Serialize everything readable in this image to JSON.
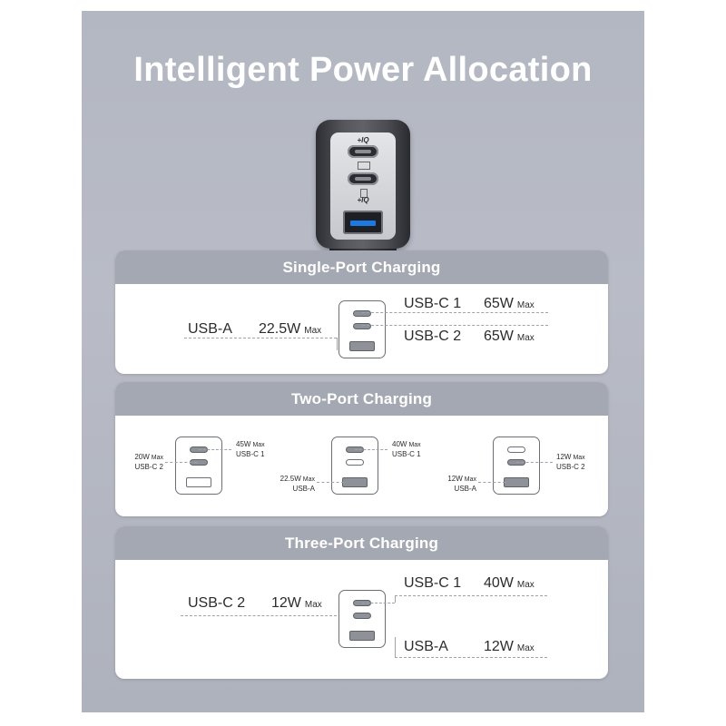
{
  "title": "Intelligent Power Allocation",
  "charger_icon": "iq-logo",
  "charger_iq_label": "IQ",
  "sections": {
    "single": {
      "heading": "Single-Port Charging",
      "usbc1": {
        "port": "USB-C 1",
        "watt": "65W",
        "max": "Max"
      },
      "usbc2": {
        "port": "USB-C 2",
        "watt": "65W",
        "max": "Max"
      },
      "usba": {
        "port": "USB-A",
        "watt": "22.5W",
        "max": "Max"
      }
    },
    "two": {
      "heading": "Two-Port Charging",
      "configs": [
        {
          "left": {
            "watt": "20W",
            "max": "Max",
            "port": "USB-C 2"
          },
          "right": {
            "watt": "45W",
            "max": "Max",
            "port": "USB-C 1"
          }
        },
        {
          "top": {
            "watt": "40W",
            "max": "Max",
            "port": "USB-C 1"
          },
          "bottom": {
            "watt": "22.5W",
            "max": "Max",
            "port": "USB-A"
          }
        },
        {
          "top": {
            "watt": "12W",
            "max": "Max",
            "port": "USB-C 2"
          },
          "bottom": {
            "watt": "12W",
            "max": "Max",
            "port": "USB-A"
          }
        }
      ]
    },
    "three": {
      "heading": "Three-Port Charging",
      "usbc1": {
        "port": "USB-C 1",
        "watt": "40W",
        "max": "Max"
      },
      "usbc2": {
        "port": "USB-C 2",
        "watt": "12W",
        "max": "Max"
      },
      "usba": {
        "port": "USB-A",
        "watt": "12W",
        "max": "Max"
      }
    }
  }
}
